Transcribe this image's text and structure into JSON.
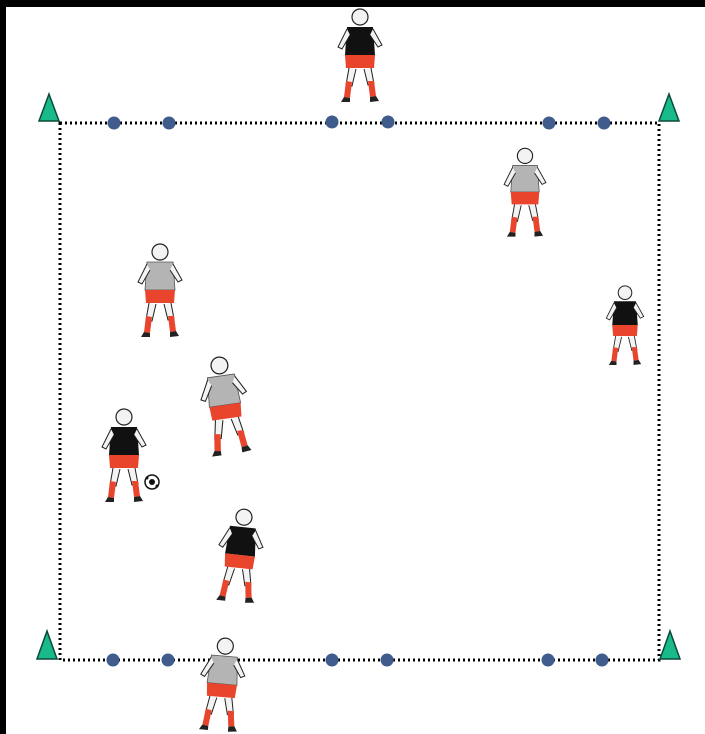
{
  "colors": {
    "background": "#ffffff",
    "frame": "#000000",
    "boundary": "#000000",
    "cone_fill": "#19b98c",
    "cone_stroke": "#0a4a3a",
    "marker_disc": "#3f5c8c",
    "team_dark_shirt": "#111111",
    "team_light_shirt": "#b4b4b4",
    "shorts": "#e8452c",
    "skin": "#f3f3f3",
    "ball": "#111111"
  },
  "pitch": {
    "boundary_style": "dotted-square",
    "corner_markers": [
      "triangle-cone",
      "triangle-cone",
      "triangle-cone",
      "triangle-cone"
    ],
    "goal_markers": {
      "top": [
        "marker-disc",
        "marker-disc",
        "marker-disc",
        "marker-disc",
        "marker-disc",
        "marker-disc"
      ],
      "bottom": [
        "marker-disc",
        "marker-disc",
        "marker-disc",
        "marker-disc",
        "marker-disc",
        "marker-disc"
      ]
    },
    "goals_per_side": 3
  },
  "players": [
    {
      "team": "dark",
      "role": "attacker-outside-top"
    },
    {
      "team": "light",
      "role": "defender"
    },
    {
      "team": "light",
      "role": "defender"
    },
    {
      "team": "dark",
      "role": "attacker"
    },
    {
      "team": "light",
      "role": "defender"
    },
    {
      "team": "dark",
      "role": "attacker-with-ball"
    },
    {
      "team": "dark",
      "role": "attacker"
    },
    {
      "team": "light",
      "role": "defender-outside-bottom"
    }
  ],
  "ball": {
    "icon": "soccer-ball-icon"
  }
}
